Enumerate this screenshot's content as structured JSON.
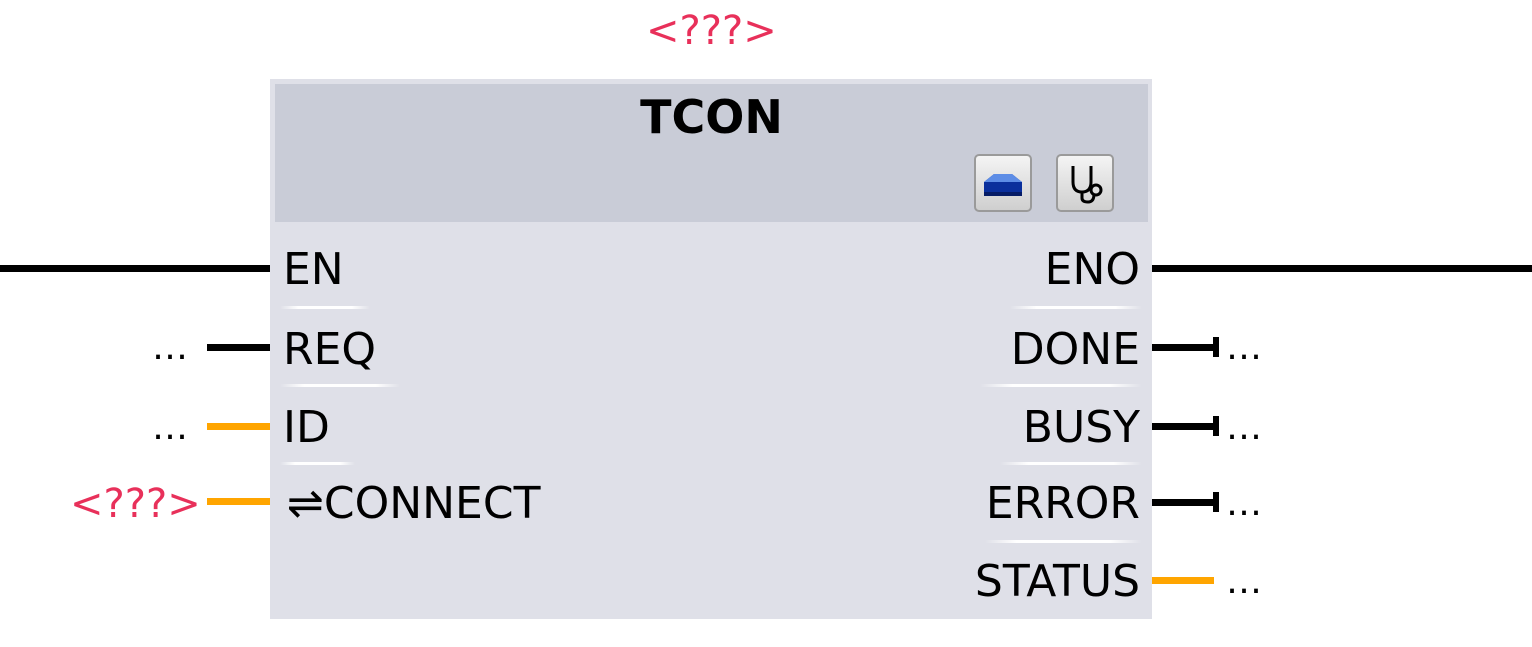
{
  "instance_name": "<???>",
  "block": {
    "title": "TCON",
    "toolbar": [
      {
        "name": "open-block-icon",
        "icon": "tray-blue-icon"
      },
      {
        "name": "diagnostics-icon",
        "icon": "stethoscope-icon"
      }
    ]
  },
  "inputs": [
    {
      "label": "EN",
      "value": ""
    },
    {
      "label": "REQ",
      "value": "…"
    },
    {
      "label": "ID",
      "value": "…"
    },
    {
      "label": "⇌CONNECT",
      "value": "<???>"
    }
  ],
  "outputs": [
    {
      "label": "ENO",
      "value": ""
    },
    {
      "label": "DONE",
      "value": "…"
    },
    {
      "label": "BUSY",
      "value": "…"
    },
    {
      "label": "ERROR",
      "value": "…"
    },
    {
      "label": "STATUS",
      "value": "…"
    }
  ],
  "colors": {
    "placeholder": "#e8305a",
    "bool_wire": "#000000",
    "data_wire": "#ffa500",
    "block_body": "#dfe0e8",
    "block_header": "#c9ccd7"
  }
}
